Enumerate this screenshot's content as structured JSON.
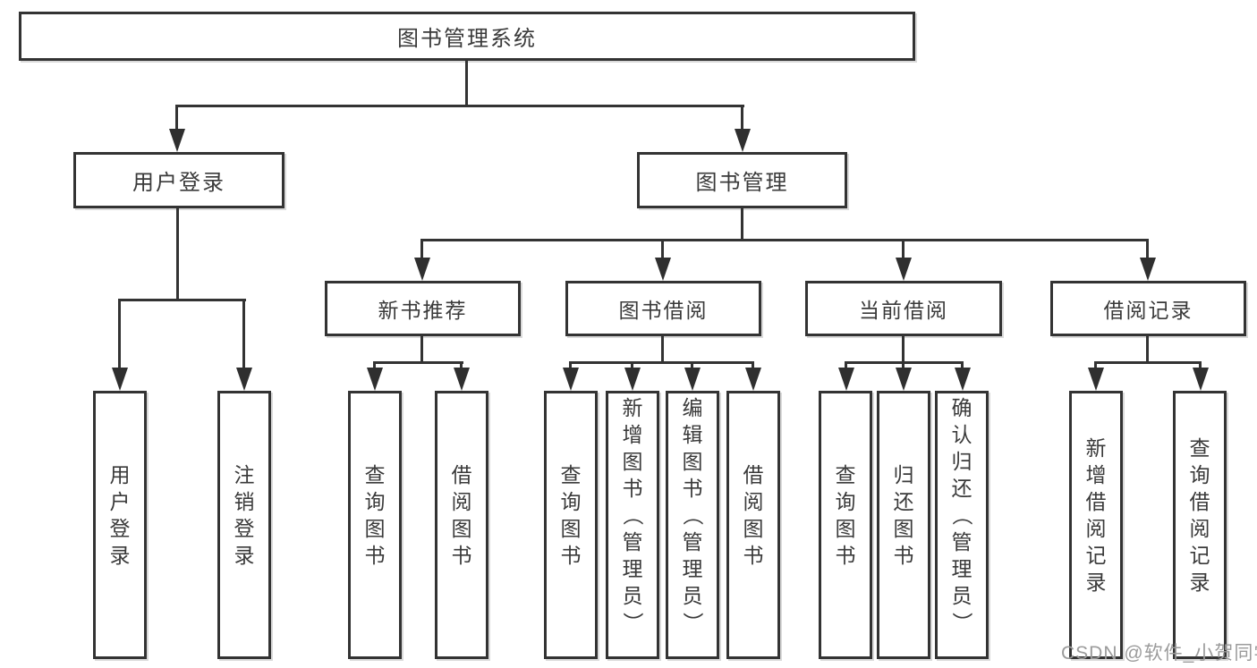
{
  "tree": {
    "label": "图书管理系统",
    "children": [
      {
        "label": "用户登录",
        "children": [
          {
            "label": "用户登录"
          },
          {
            "label": "注销登录"
          }
        ]
      },
      {
        "label": "图书管理",
        "children": [
          {
            "label": "新书推荐",
            "children": [
              {
                "label": "查询图书"
              },
              {
                "label": "借阅图书"
              }
            ]
          },
          {
            "label": "图书借阅",
            "children": [
              {
                "label": "查询图书"
              },
              {
                "label": "新增图书（管理员）"
              },
              {
                "label": "编辑图书（管理员）"
              },
              {
                "label": "借阅图书"
              }
            ]
          },
          {
            "label": "当前借阅",
            "children": [
              {
                "label": "查询图书"
              },
              {
                "label": "归还图书"
              },
              {
                "label": "确认归还（管理员）"
              }
            ]
          },
          {
            "label": "借阅记录",
            "children": [
              {
                "label": "新增借阅记录"
              },
              {
                "label": "查询借阅记录"
              }
            ]
          }
        ]
      }
    ]
  },
  "watermark": {
    "text": "CSDN @软件_小贺同学",
    "color": "#9b9b9b"
  },
  "colors": {
    "line": "#333333",
    "text": "#3a3a3a",
    "background": "#ffffff"
  }
}
